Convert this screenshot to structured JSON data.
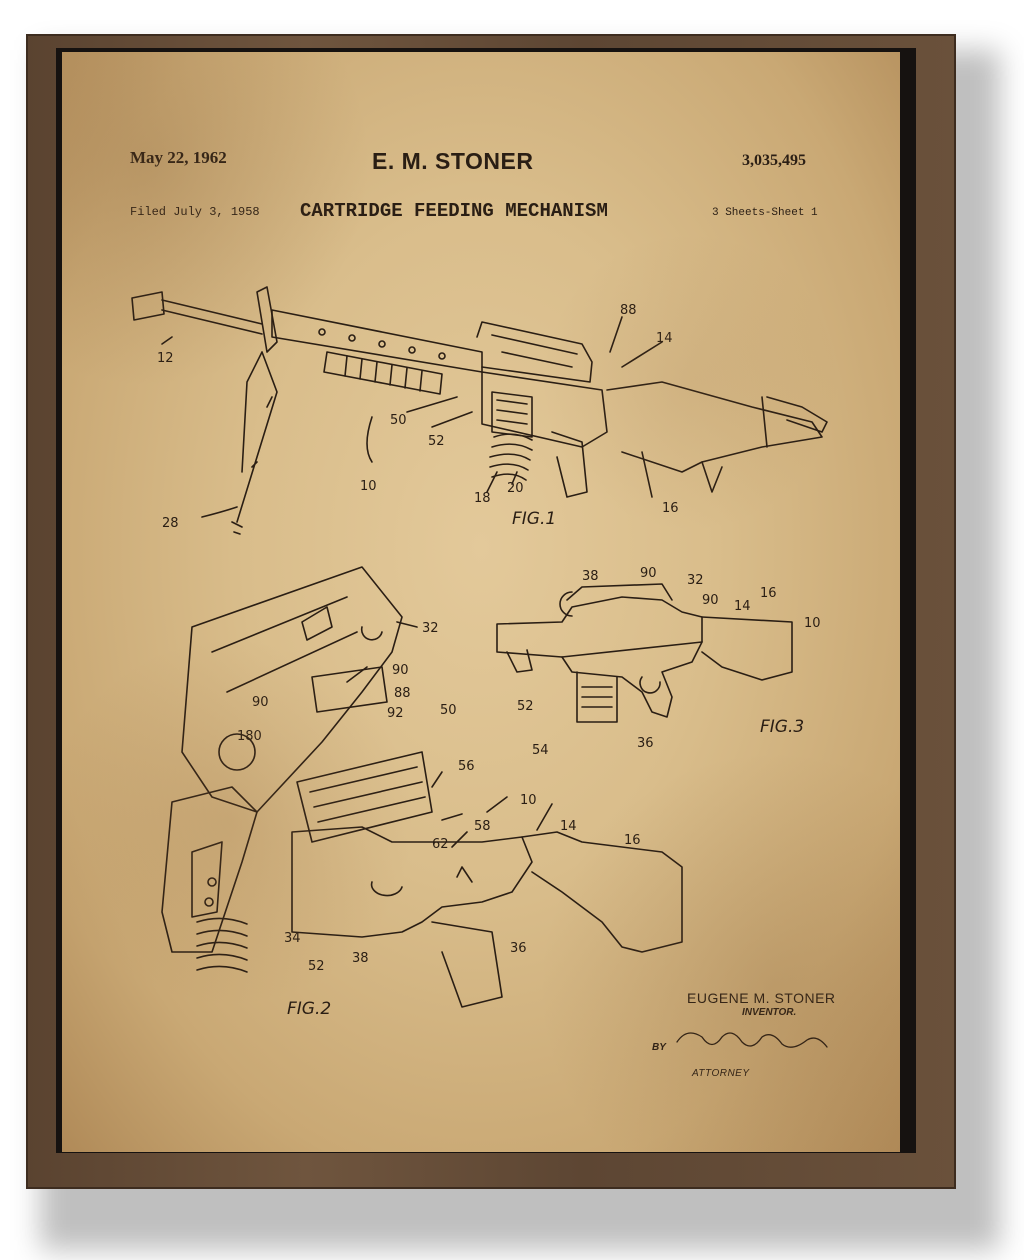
{
  "patent": {
    "date": "May 22, 1962",
    "inventor_header": "E. M. STONER",
    "number": "3,035,495",
    "filed": "Filed July 3, 1958",
    "title": "CARTRIDGE FEEDING MECHANISM",
    "sheets": "3 Sheets-Sheet 1"
  },
  "figures": {
    "fig1": "FIG.1",
    "fig2": "FIG.2",
    "fig3": "FIG.3"
  },
  "reference_numerals": {
    "fig1": [
      "12",
      "88",
      "14",
      "50",
      "52",
      "10",
      "18",
      "20",
      "16",
      "28"
    ],
    "fig3": [
      "38",
      "90",
      "32",
      "90",
      "14",
      "16",
      "10",
      "52",
      "54",
      "36"
    ],
    "fig2": [
      "32",
      "90",
      "88",
      "90",
      "92",
      "180",
      "50",
      "56",
      "10",
      "14",
      "16",
      "58",
      "62",
      "34",
      "52",
      "38",
      "36"
    ]
  },
  "signature": {
    "name": "EUGENE M. STONER",
    "name_role": "INVENTOR.",
    "by": "BY",
    "attorney_role": "ATTORNEY"
  },
  "colors": {
    "frame": "#6a513b",
    "paper": "#d9bd8b",
    "ink": "#2a1e14"
  }
}
